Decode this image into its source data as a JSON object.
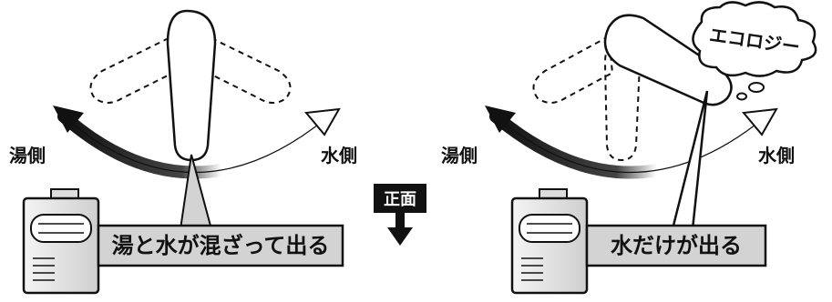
{
  "left_panel": {
    "hot_side_label": "湯側",
    "cold_side_label": "水側",
    "callout_text": "湯と水が混ざって出る"
  },
  "center": {
    "front_label": "正面"
  },
  "right_panel": {
    "hot_side_label": "湯側",
    "cold_side_label": "水側",
    "callout_text": "水だけが出る",
    "thought_bubble": "エコロジー"
  },
  "colors": {
    "line": "#111111",
    "callout_fill": "#d3d3d3",
    "arrow_dark": "#111111",
    "heater_fill": "#e6e6e6"
  }
}
